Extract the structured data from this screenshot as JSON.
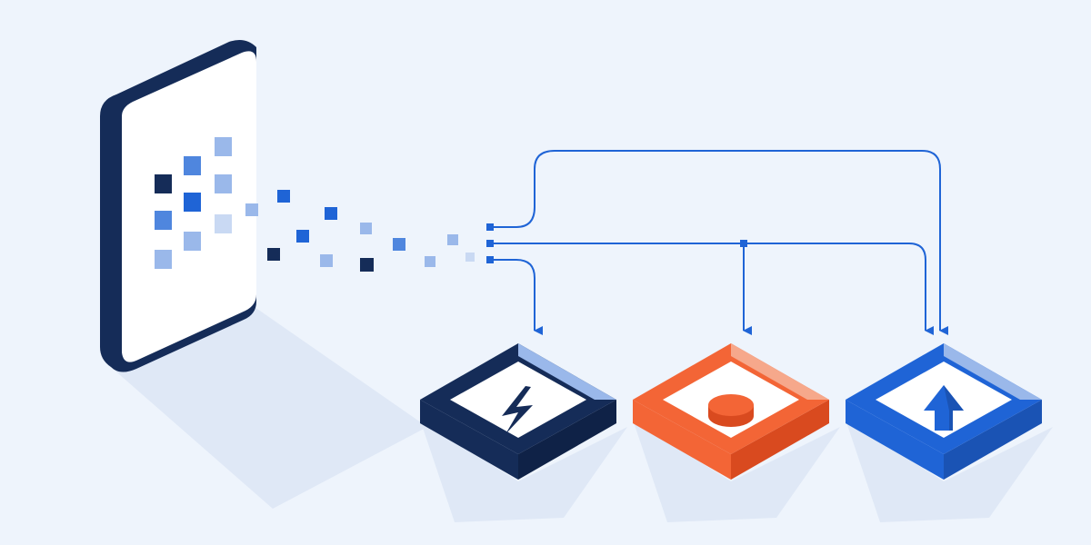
{
  "colors": {
    "background": "#eef4fc",
    "navy": "#152c58",
    "blue": "#1f64d6",
    "mid_blue": "#4f86de",
    "light_blue": "#9ab8ea",
    "pale_blue": "#c9d9f3",
    "orange": "#f36536",
    "orange_dark": "#d94a1f",
    "orange_light": "#f6a88b",
    "white": "#ffffff"
  },
  "diagram": {
    "source": {
      "icon": "data-grid-icon",
      "cells": 9
    },
    "stream": {
      "icon": "data-packets"
    },
    "router": {
      "connectors": 3
    },
    "destinations": [
      {
        "id": "navy-tray",
        "icon": "lightning-icon",
        "color": "#152c58"
      },
      {
        "id": "orange-tray",
        "icon": "disc-icon",
        "color": "#f36536"
      },
      {
        "id": "blue-tray",
        "icon": "up-arrow-icon",
        "color": "#1f64d6"
      }
    ]
  }
}
